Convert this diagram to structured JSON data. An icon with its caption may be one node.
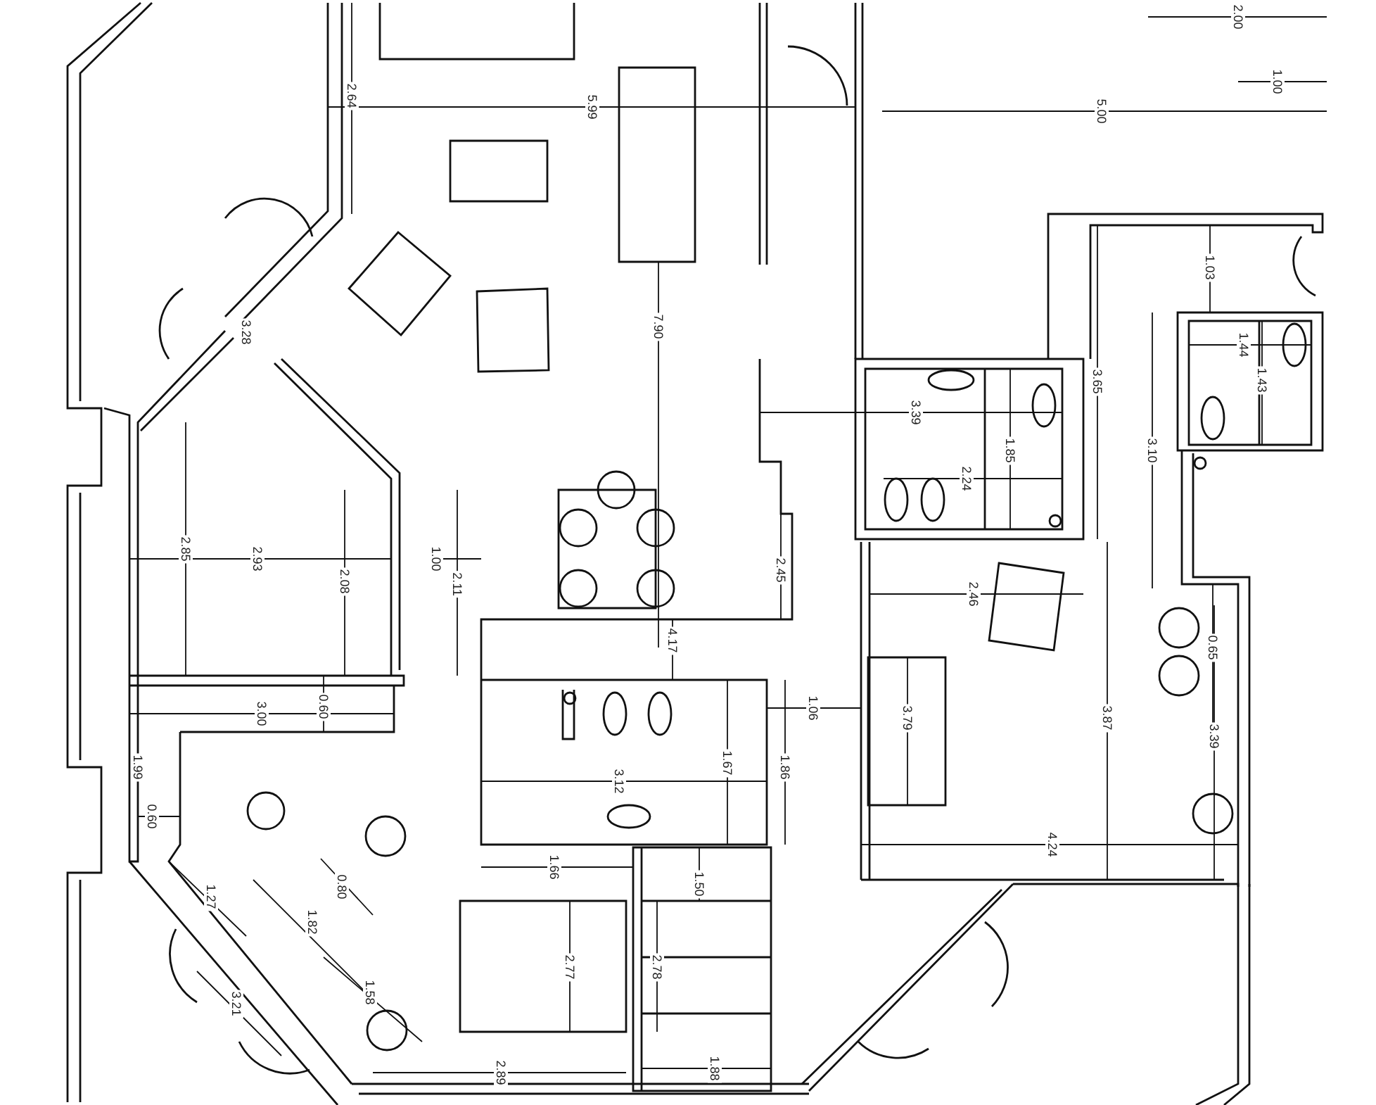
{
  "diagram": {
    "labels": [
      "2.00",
      "2.64",
      "5.99",
      "5.00",
      "1.00",
      "1.03",
      "3.28",
      "7.90",
      "1.44",
      "3.65",
      "1.43",
      "3.39",
      "1.85",
      "3.10",
      "2.24",
      "2.85",
      "2.93",
      "2.08",
      "1.00",
      "2.11",
      "2.45",
      "2.46",
      "4.17",
      "0.65",
      "3.00",
      "0.60",
      "1.06",
      "3.79",
      "3.87",
      "3.39",
      "1.99",
      "3.12",
      "1.67",
      "1.86",
      "0.60",
      "4.24",
      "1.27",
      "0.80",
      "1.66",
      "1.50",
      "1.82",
      "2.77",
      "2.78",
      "3.21",
      "1.58",
      "2.89",
      "1.88"
    ]
  }
}
